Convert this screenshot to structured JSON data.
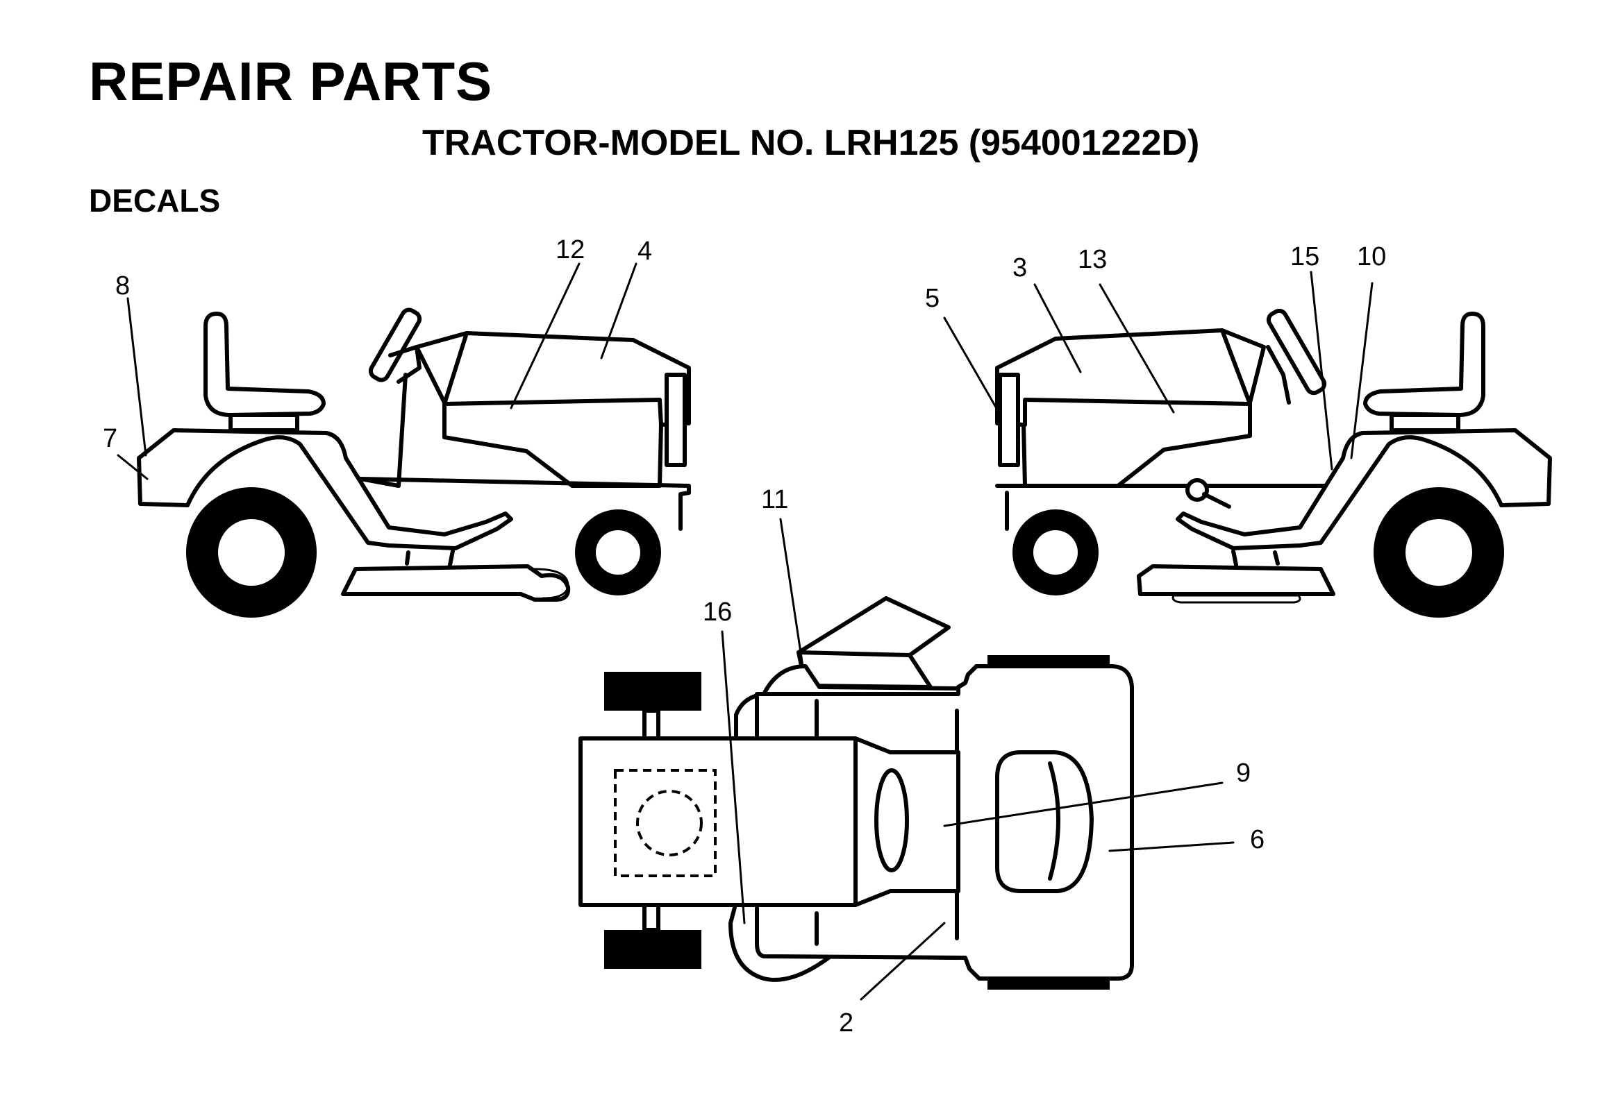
{
  "header": {
    "title": "REPAIR PARTS",
    "subtitle": "TRACTOR-MODEL NO. LRH125 (954001222D)",
    "section": "DECALS"
  },
  "callouts": {
    "c2": "2",
    "c3": "3",
    "c4": "4",
    "c5": "5",
    "c6": "6",
    "c7": "7",
    "c8": "8",
    "c9": "9",
    "c10": "10",
    "c11": "11",
    "c12": "12",
    "c13": "13",
    "c15": "15",
    "c16": "16"
  }
}
